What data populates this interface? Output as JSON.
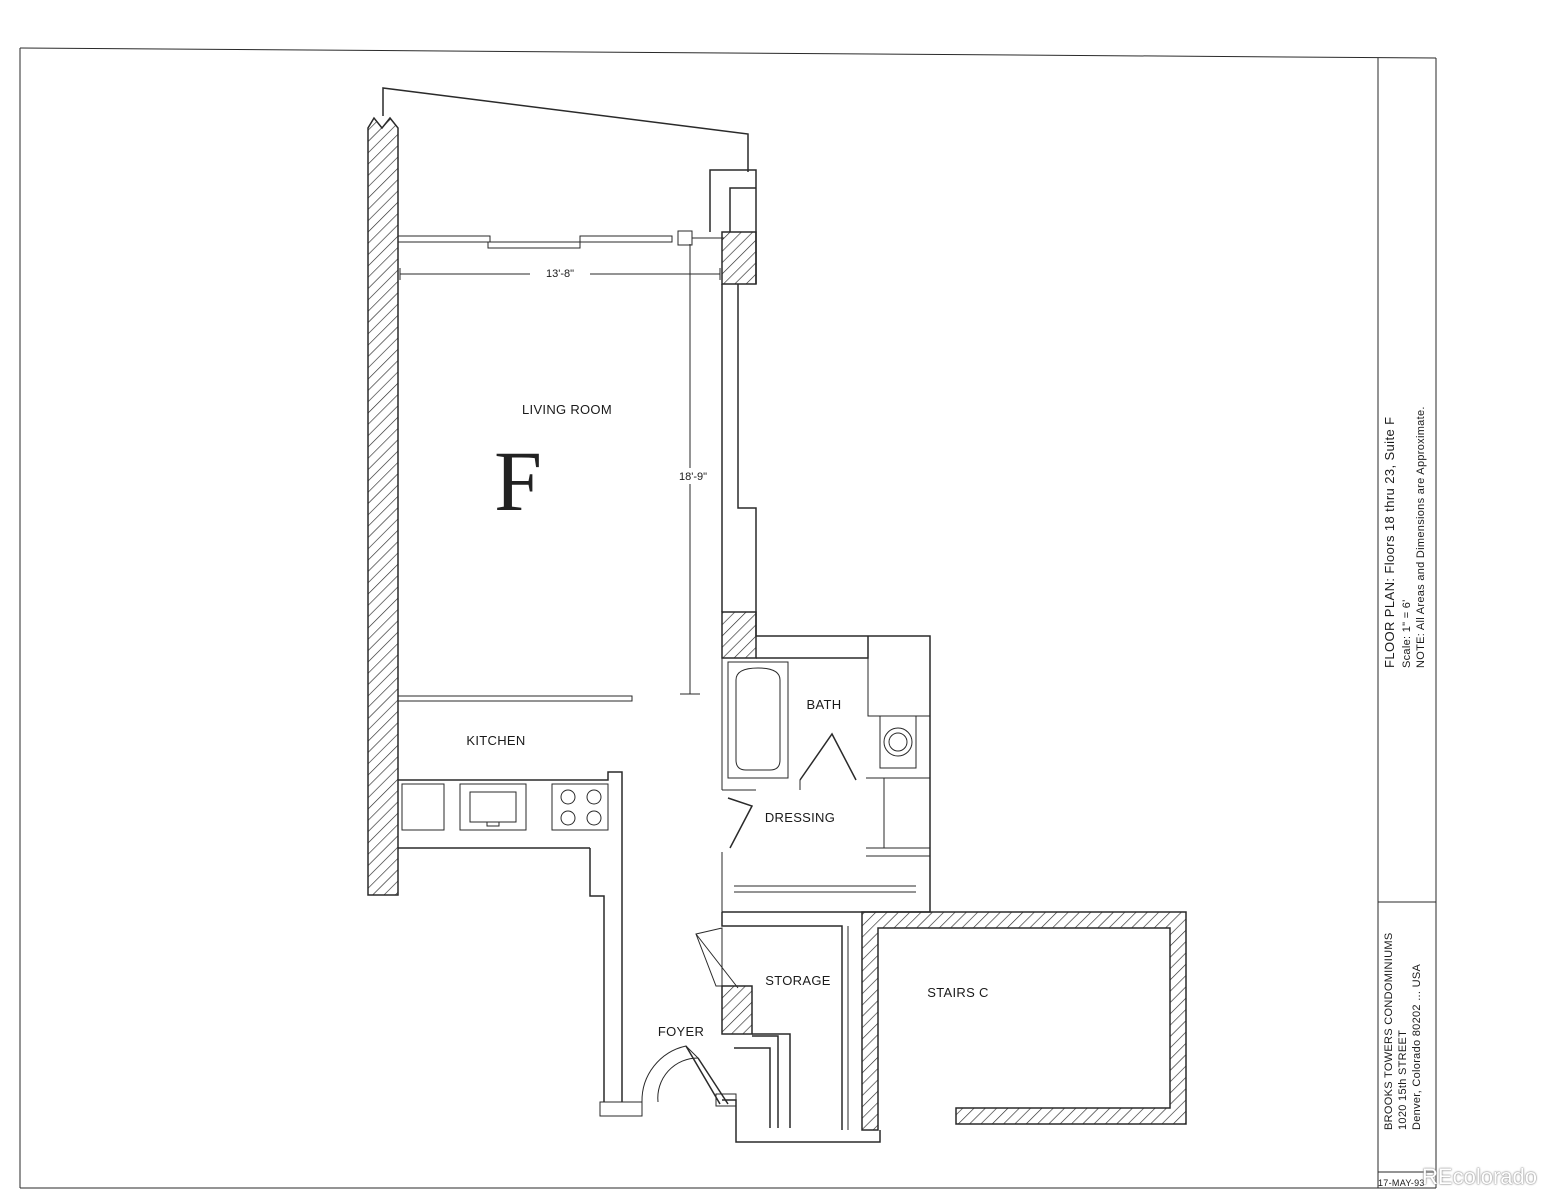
{
  "rooms": {
    "living_room": "LIVING ROOM",
    "kitchen": "KITCHEN",
    "bath": "BATH",
    "dressing": "DRESSING",
    "storage": "STORAGE",
    "foyer": "FOYER",
    "stairs": "STAIRS C"
  },
  "unit_letter": "F",
  "dimensions": {
    "width": "13'-8\"",
    "length": "18'-9\""
  },
  "title_block": {
    "title": "FLOOR PLAN:  Floors 18 thru 23, Suite F",
    "scale": "Scale:  1\" = 6'",
    "note": "NOTE:  All Areas and Dimensions are Approximate.",
    "building": "BROOKS TOWERS CONDOMINIUMS",
    "street": "1020 15th STREET",
    "city": "Denver, Colorado  80202 ... USA",
    "date": "17-MAY-93"
  },
  "watermark": "REcolorado"
}
